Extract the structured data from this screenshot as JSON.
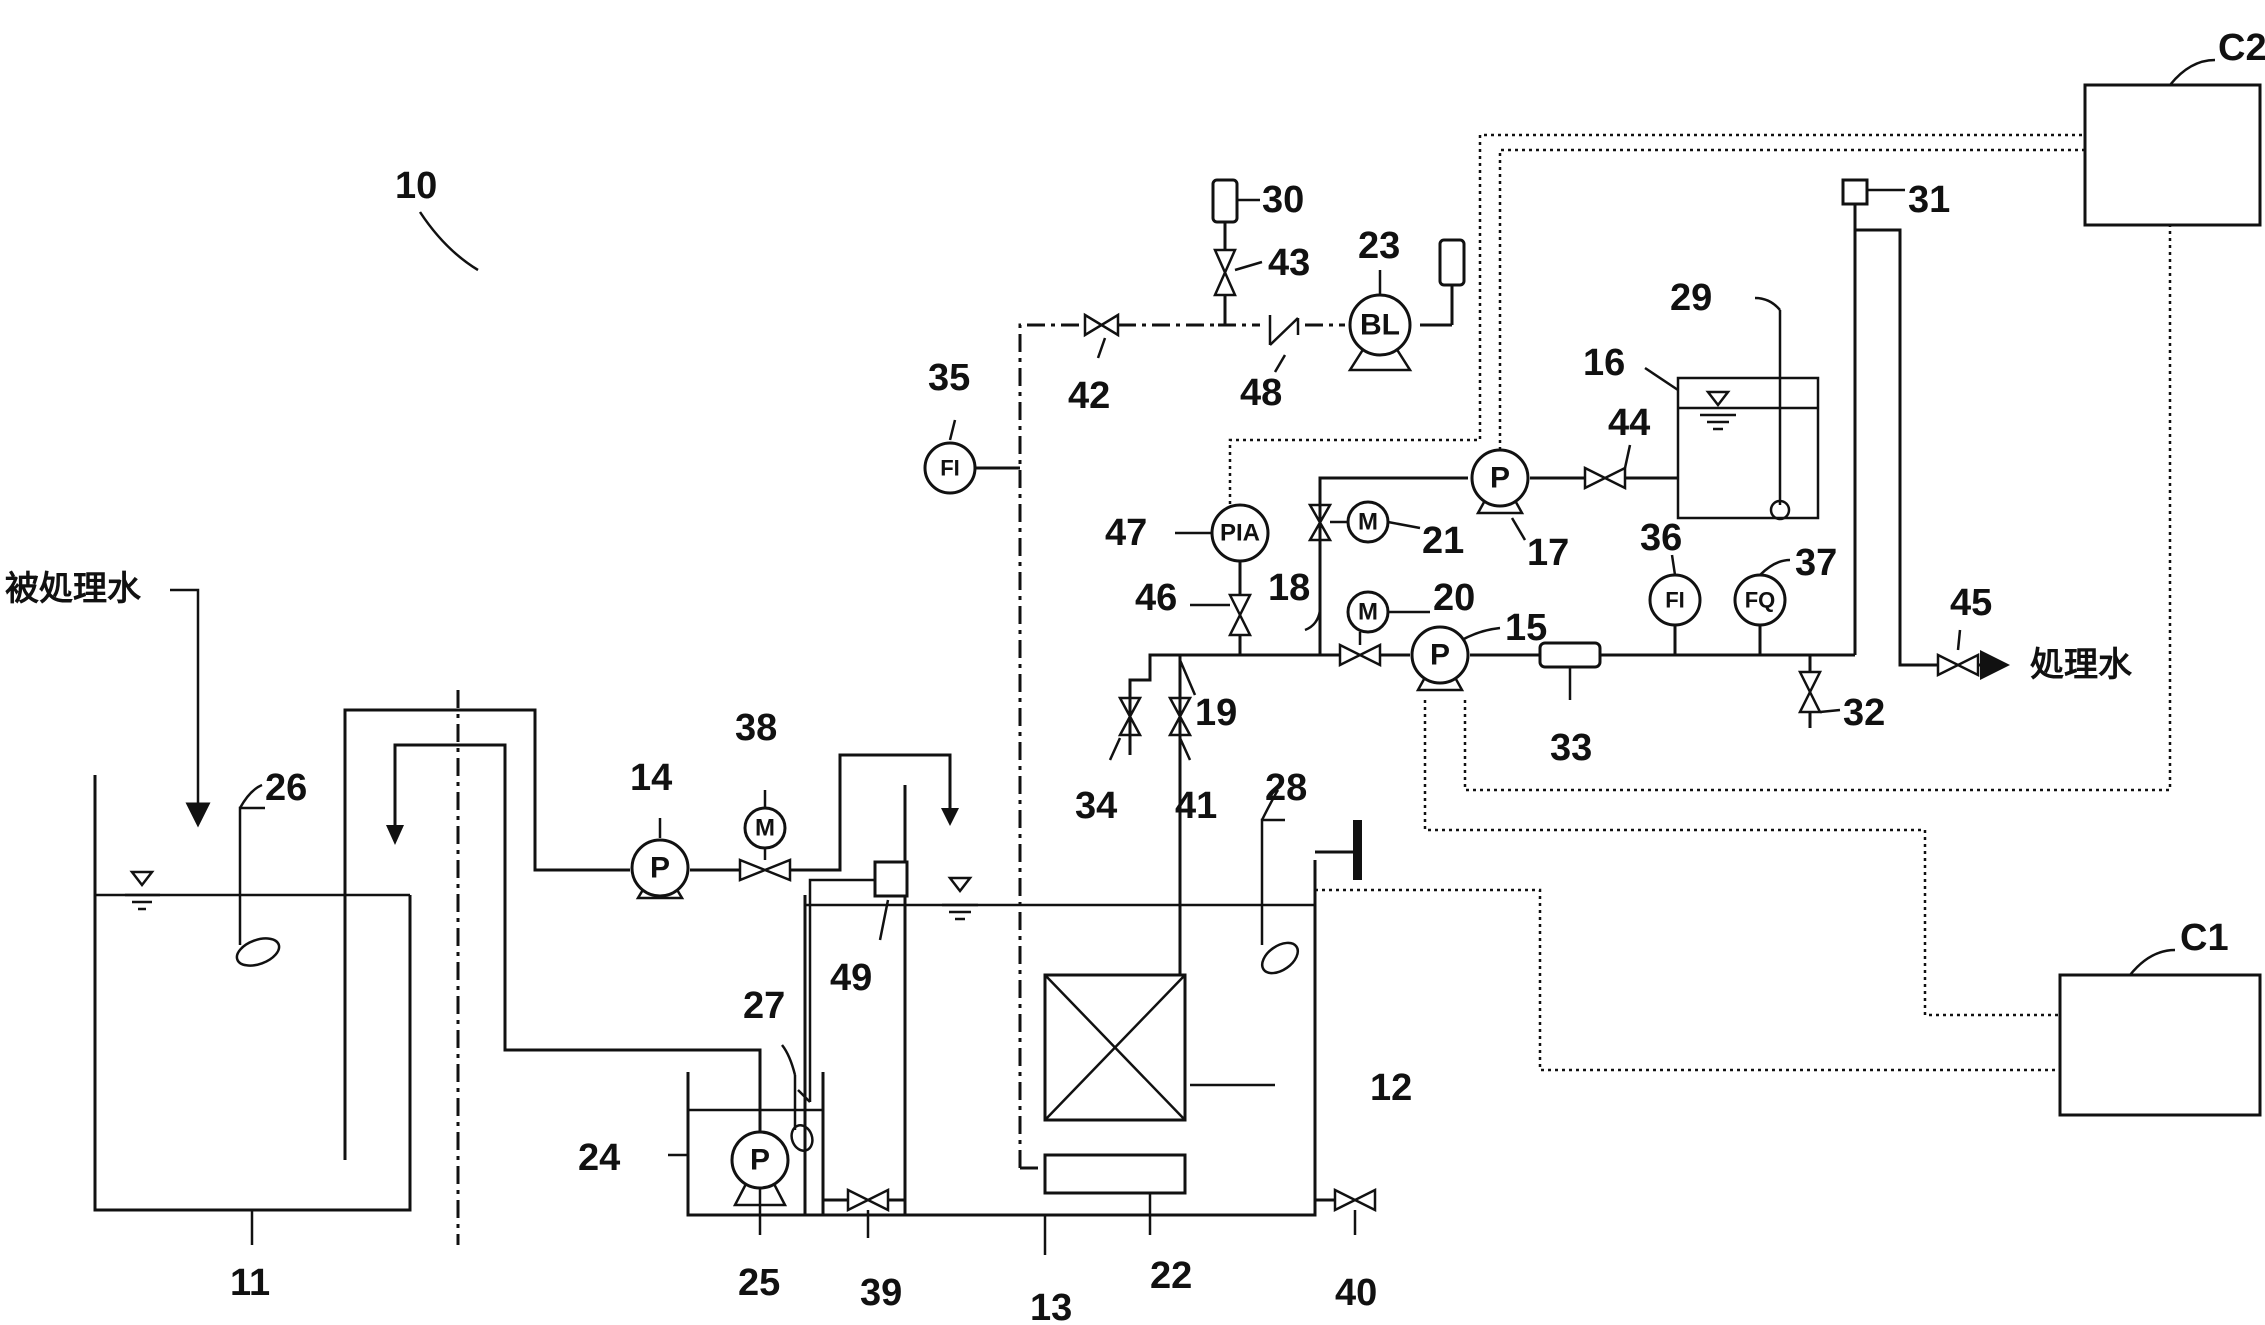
{
  "labels": {
    "system": "10",
    "raw_tank": "11",
    "membrane": "12",
    "treatment_tank": "13",
    "pump_14": "14",
    "pump_15": "15",
    "tank_16": "16",
    "pump_17": "17",
    "line_18": "18",
    "line_19": "19",
    "motor_20": "20",
    "motor_21": "21",
    "diffuser": "22",
    "blower": "23",
    "sub_tank": "24",
    "pump_25": "25",
    "sensor_26": "26",
    "sensor_27": "27",
    "sensor_28": "28",
    "sensor_29": "29",
    "sensor_30": "30",
    "sensor_31": "31",
    "valve_32": "32",
    "filter_33": "33",
    "valve_34": "34",
    "fi_35": "35",
    "fi_36": "36",
    "fq_37": "37",
    "motor_38": "38",
    "valve_39": "39",
    "valve_40": "40",
    "valve_41": "41",
    "valve_42": "42",
    "valve_43": "43",
    "valve_44": "44",
    "valve_45": "45",
    "valve_46": "46",
    "pia_47": "47",
    "check_48": "48",
    "level_49": "49",
    "controller_c1": "C1",
    "controller_c2": "C2"
  },
  "symbols": {
    "pump": "P",
    "motor": "M",
    "blower": "BL",
    "flow_indicator": "FI",
    "flow_quantity": "FQ",
    "pressure_indicator_alarm": "PIA"
  },
  "text": {
    "inflow": "被処理水",
    "outflow": "処理水"
  }
}
